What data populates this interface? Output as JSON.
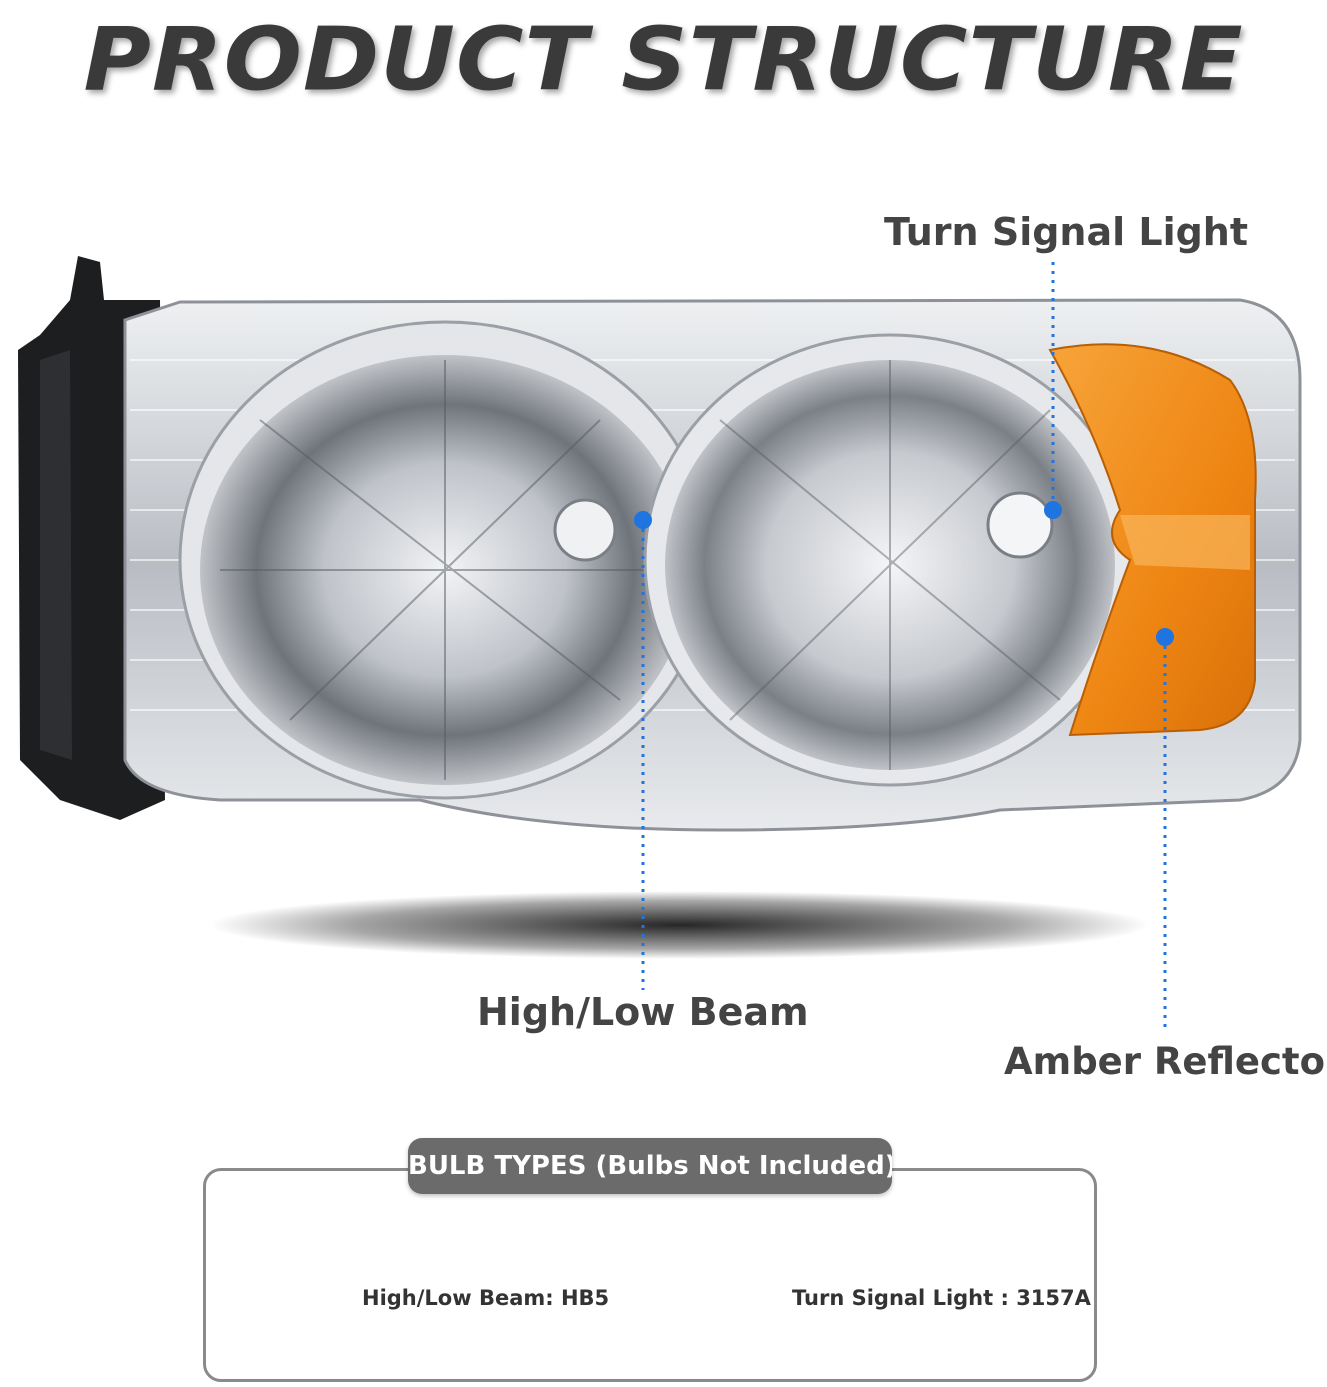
{
  "title": "PRODUCT STRUCTURE",
  "callouts": {
    "turn_signal": "Turn Signal Light",
    "high_low_beam": "High/Low Beam",
    "amber_reflector": "Amber Reflector"
  },
  "bulb_types": {
    "heading": "BULB TYPES (Bulbs Not Included)",
    "items": [
      {
        "label": "High/Low Beam: HB5",
        "icon": "hb5-bulb-icon"
      },
      {
        "label": "Turn Signal Light : 3157A",
        "icon": "3157a-amber-bulb-icon"
      }
    ]
  },
  "colors": {
    "title": "#3a3a3a",
    "callout_dot": "#1f74e0",
    "amber": "#f08a12",
    "chrome": "#c9ccd1",
    "tag_bg": "#6b6b6b"
  }
}
